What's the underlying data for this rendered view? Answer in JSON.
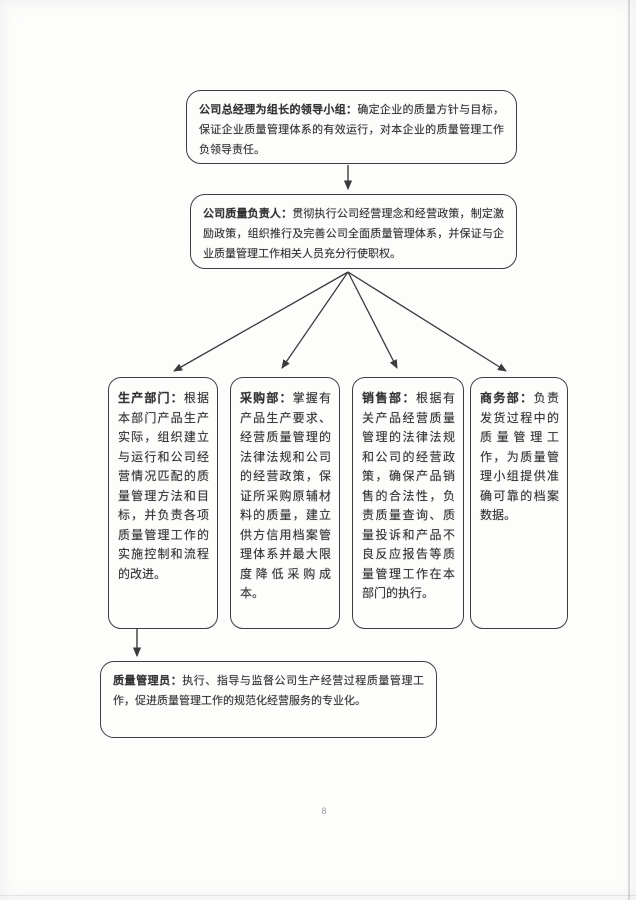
{
  "page": {
    "number": "8"
  },
  "flowchart": {
    "leader_box": {
      "title": "公司总经理为组长的领导小组：",
      "body": "确定企业的质量方针与目标，保证企业质量管理体系的有效运行，对本企业的质量管理工作负领导责任。"
    },
    "quality_box": {
      "title": "公司质量负责人：",
      "body": "贯彻执行公司经营理念和经营政策，制定激励政策，组织推行及完善公司全面质量管理体系，并保证与企业质量管理工作相关人员充分行使职权。"
    },
    "departments": [
      {
        "title": "生产部门：",
        "body": "根据本部门产品生产实际，组织建立与运行和公司经营情况匹配的质量管理方法和目标，并负责各项质量管理工作的实施控制和流程的改进。"
      },
      {
        "title": "采购部：",
        "body": "掌握有产品生产要求、经营质量管理的法律法规和公司的经营政策，保证所采购原辅材料的质量，建立供方信用档案管理体系并最大限度降低采购成本。"
      },
      {
        "title": "销售部：",
        "body": "根据有关产品经营质量管理的法律法规和公司的经营政策，确保产品销售的合法性，负责质量查询、质量投诉和产品不良反应报告等质量管理工作在本部门的执行。"
      },
      {
        "title": "商务部：",
        "body": "负责发货过程中的质量管理工作，为质量管理小组提供准确可靠的档案数据。"
      }
    ],
    "admin_box": {
      "title": "质量管理员：",
      "body": "执行、指导与监督公司生产经营过程质量管理工作，促进质量管理工作的规范化经营服务的专业化。"
    }
  },
  "colors": {
    "ink": "#3e3e3e",
    "paper": "#fdfdfc"
  }
}
